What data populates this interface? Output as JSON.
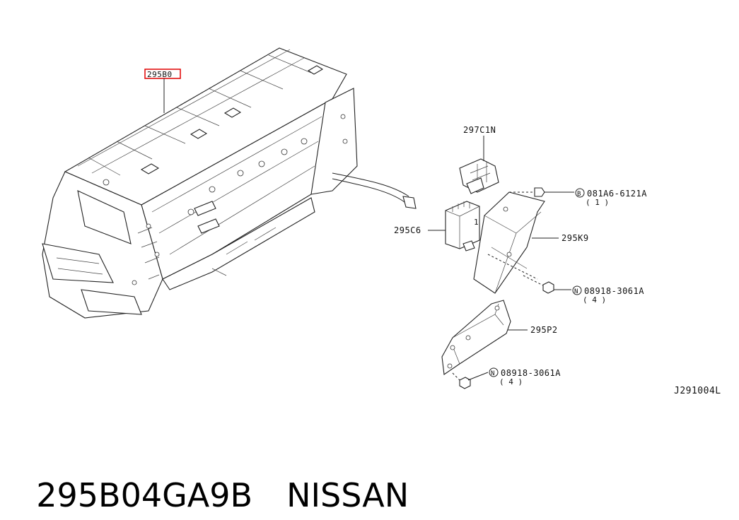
{
  "diagram": {
    "parts": [
      {
        "code": "295B0",
        "highlighted": true
      },
      {
        "code": "297C1N"
      },
      {
        "code": "295C6"
      },
      {
        "code": "295K9"
      },
      {
        "code": "295P2"
      }
    ],
    "fasteners": [
      {
        "symbol": "B",
        "code": "081A6-6121A",
        "qty": "( 1 )"
      },
      {
        "symbol": "N",
        "code": "08918-3061A",
        "qty": "( 4 )"
      },
      {
        "symbol": "N",
        "code": "08918-3061A",
        "qty": "( 4 )"
      }
    ],
    "figure_id": "J291004L",
    "highlight_color": "#e00000"
  },
  "caption": {
    "part_number": "295B04GA9B",
    "brand": "NISSAN"
  }
}
